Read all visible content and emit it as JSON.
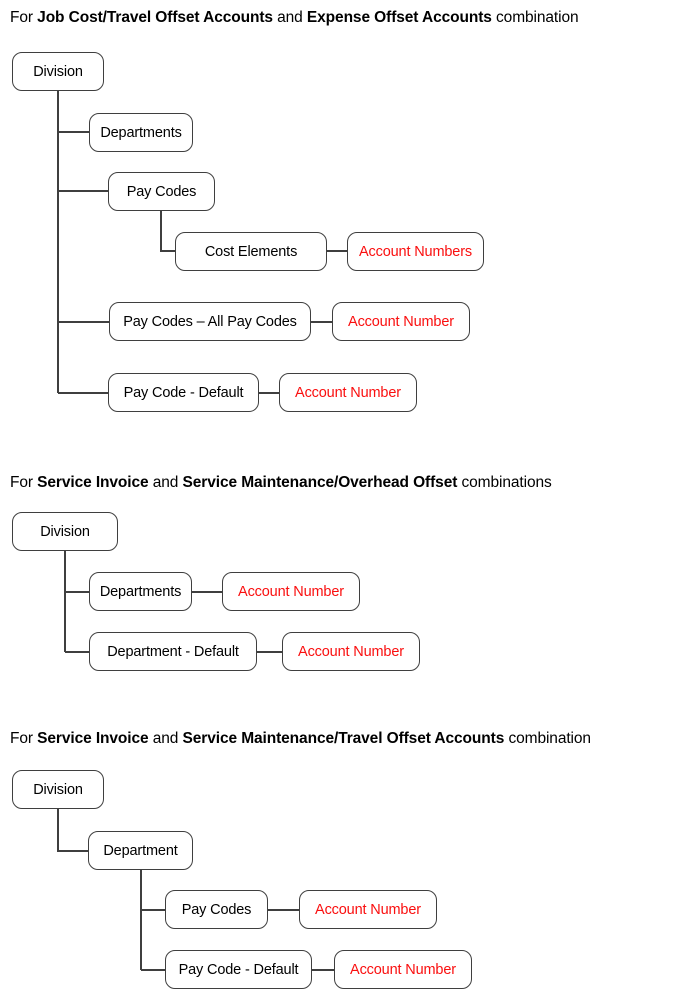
{
  "document": {
    "title": "Offset Account hierarchy diagrams",
    "background_color": "#ffffff",
    "text_color": "#000000",
    "accent_color": "#fa0f0f",
    "box_border_color": "#3f3f3f",
    "connector_color": "#3f3f3f"
  },
  "sections": [
    {
      "id": "section-1",
      "heading": {
        "prefix": "For ",
        "bold_1": "Job Cost/Travel Offset Accounts",
        "middle": " and ",
        "bold_2": "Expense Offset Accounts",
        "suffix": " combination"
      },
      "nodes": [
        {
          "id": "s1-division",
          "label": "Division",
          "color": "black"
        },
        {
          "id": "s1-departments",
          "label": "Departments",
          "color": "black"
        },
        {
          "id": "s1-pay-codes",
          "label": "Pay Codes",
          "color": "black"
        },
        {
          "id": "s1-cost-elements",
          "label": "Cost Elements",
          "color": "black"
        },
        {
          "id": "s1-account-numbers",
          "label": "Account Numbers",
          "color": "red"
        },
        {
          "id": "s1-pay-codes-all",
          "label": "Pay Codes – All Pay Codes",
          "color": "black"
        },
        {
          "id": "s1-account-number-1",
          "label": "Account Number",
          "color": "red"
        },
        {
          "id": "s1-pay-code-default",
          "label": "Pay Code - Default",
          "color": "black"
        },
        {
          "id": "s1-account-number-2",
          "label": "Account Number",
          "color": "red"
        }
      ]
    },
    {
      "id": "section-2",
      "heading": {
        "prefix": "For ",
        "bold_1": "Service Invoice",
        "middle": " and ",
        "bold_2": "Service Maintenance/Overhead Offset",
        "suffix": " combinations"
      },
      "nodes": [
        {
          "id": "s2-division",
          "label": "Division",
          "color": "black"
        },
        {
          "id": "s2-departments",
          "label": "Departments",
          "color": "black"
        },
        {
          "id": "s2-account-number-1",
          "label": "Account Number",
          "color": "red"
        },
        {
          "id": "s2-department-default",
          "label": "Department - Default",
          "color": "black"
        },
        {
          "id": "s2-account-number-2",
          "label": "Account Number",
          "color": "red"
        }
      ]
    },
    {
      "id": "section-3",
      "heading": {
        "prefix": "For ",
        "bold_1": "Service Invoice",
        "middle": " and ",
        "bold_2": "Service Maintenance/Travel Offset Accounts",
        "suffix": " combination"
      },
      "nodes": [
        {
          "id": "s3-division",
          "label": "Division",
          "color": "black"
        },
        {
          "id": "s3-department",
          "label": "Department",
          "color": "black"
        },
        {
          "id": "s3-pay-codes",
          "label": "Pay Codes",
          "color": "black"
        },
        {
          "id": "s3-account-number-1",
          "label": "Account Number",
          "color": "red"
        },
        {
          "id": "s3-pay-code-default",
          "label": "Pay Code - Default",
          "color": "black"
        },
        {
          "id": "s3-account-number-2",
          "label": "Account Number",
          "color": "red"
        }
      ]
    }
  ]
}
